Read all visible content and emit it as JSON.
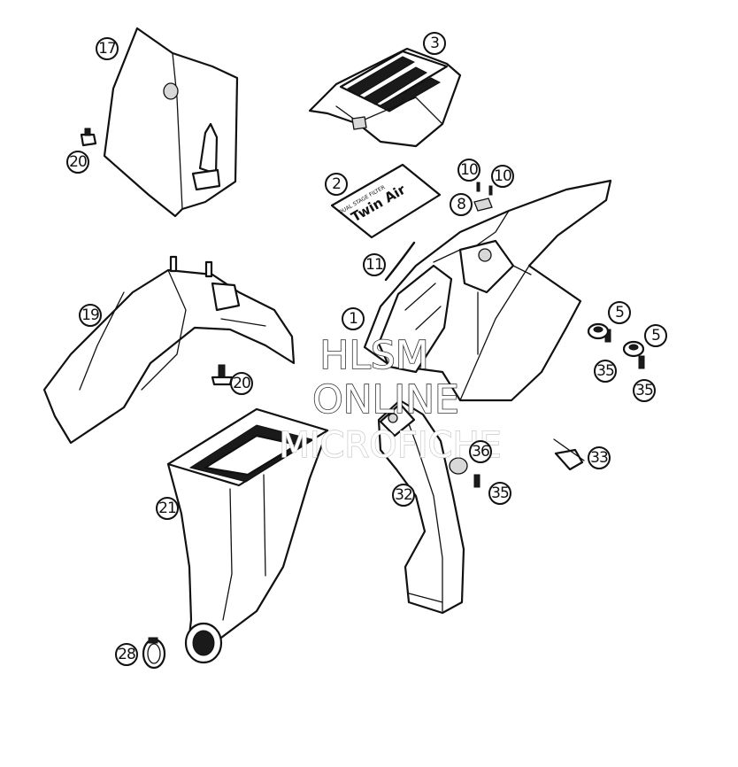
{
  "callouts": [
    "17",
    "20",
    "3",
    "2",
    "10",
    "10",
    "8",
    "11",
    "1",
    "19",
    "5",
    "5",
    "35",
    "35",
    "20",
    "21",
    "32",
    "36",
    "35",
    "33",
    "28"
  ],
  "label_part": {
    "brand": "Twin Air",
    "subtitle": "DUAL STAGE FILTER"
  },
  "watermark": {
    "line1": "HLSM",
    "line2": "ONLINE",
    "line3": "MICROFICHE"
  }
}
